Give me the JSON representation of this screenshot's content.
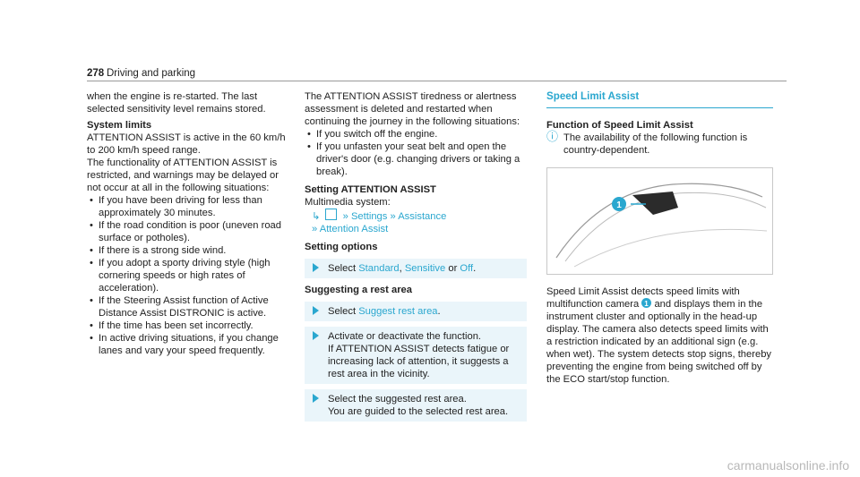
{
  "header": {
    "page_number": "278",
    "section": "Driving and parking"
  },
  "col1": {
    "intro": "when the engine is re-started. The last selected sensitivity level remains stored.",
    "limits_heading": "System limits",
    "limits_text": "ATTENTION ASSIST is active in the 60 km/h to 200 km/h speed range.",
    "limits_text2": "The functionality of ATTENTION ASSIST is restricted, and warnings may be delayed or not occur at all in the following situations:",
    "bullets": [
      "If you have been driving for less than approximately 30 minutes.",
      "If the road condition is poor (uneven road surface or potholes).",
      "If there is a strong side wind.",
      "If you adopt a sporty driving style (high cornering speeds or high rates of acceleration).",
      "If the Steering Assist function of Active Distance Assist DISTRONIC is active.",
      "If the time has been set incorrectly.",
      "In active driving situations, if you change lanes and vary your speed frequently."
    ]
  },
  "col2": {
    "intro": "The ATTENTION ASSIST tiredness or alertness assessment is deleted and restarted when continuing the journey in the following situations:",
    "bullets": [
      "If you switch off the engine.",
      "If you unfasten your seat belt and open the driver's door (e.g. changing drivers or taking a break)."
    ],
    "setting_heading": "Setting ATTENTION ASSIST",
    "multimedia": "Multimedia system:",
    "path1": "Settings",
    "path2": "Assistance",
    "path3": "Attention Assist",
    "options_heading": "Setting options",
    "select_word": "Select",
    "opt_standard": "Standard",
    "opt_sensitive": "Sensitive",
    "or_word": "or",
    "opt_off": "Off",
    "suggest_heading": "Suggesting a rest area",
    "suggest_step": "Suggest rest area",
    "activate_text": "Activate or deactivate the function.",
    "activate_text2": "If ATTENTION ASSIST detects fatigue or increasing lack of attention, it suggests a rest area in the vicinity.",
    "select_suggested": "Select the suggested rest area.",
    "guided_text": "You are guided to the selected rest area."
  },
  "col3": {
    "section_title": "Speed Limit Assist",
    "function_heading": "Function of Speed Limit Assist",
    "note": "The availability of the following function is country-dependent.",
    "callout": "1",
    "desc_a": "Speed Limit Assist detects speed limits with multifunction camera",
    "desc_b": "and displays them in the instrument cluster and optionally in the head-up display. The camera also detects speed limits with a restriction indicated by an additional sign (e.g. when wet). The system detects stop signs, thereby preventing the engine from being switched off by the ECO start/stop function."
  },
  "watermark": "carmanualsonline.info"
}
